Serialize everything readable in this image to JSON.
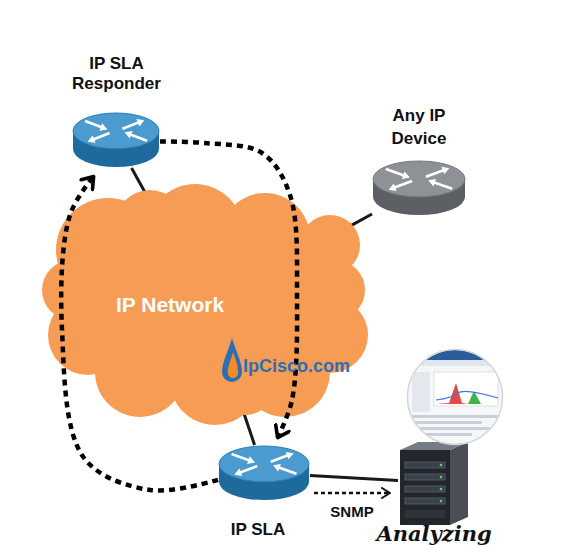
{
  "diagram": {
    "nodes": [
      {
        "text": [
          "IP SLA Responder"
        ]
      },
      {
        "text": [
          "Any IP Device"
        ]
      },
      {
        "text": [
          "IP Network"
        ]
      },
      {
        "text": [
          "IP SLA"
        ]
      },
      {
        "text": [
          "Analyzing"
        ]
      }
    ],
    "edges": [
      {
        "from": 0,
        "to": 2,
        "arrow": "none"
      },
      {
        "from": 1,
        "to": 2,
        "arrow": "none"
      },
      {
        "from": 3,
        "to": 2,
        "arrow": "none"
      },
      {
        "from": 3,
        "to": 0,
        "arrow": "to"
      },
      {
        "from": 0,
        "to": 3,
        "arrow": "to"
      },
      {
        "from": 3,
        "to": 4,
        "arrow": "none"
      },
      {
        "from": 3,
        "to": 4,
        "label": "SNMP",
        "arrow": "to"
      }
    ],
    "labels": [
      "IpCisco.com"
    ]
  }
}
